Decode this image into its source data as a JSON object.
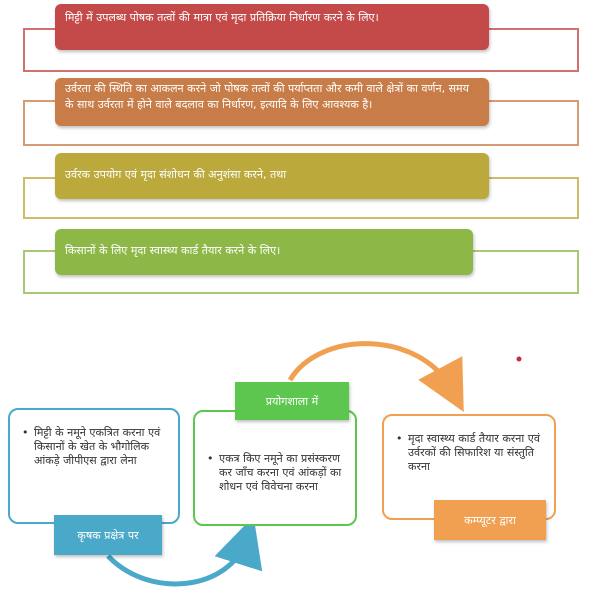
{
  "objectives": [
    {
      "text": "मिट्टी में उपलब्ध पोषक तत्वों की मात्रा एवं मृदा प्रतिक्रिया निर्धारण करने के लिए।",
      "color": "#c44a4a",
      "border": "#d27070"
    },
    {
      "text": "उर्वरता की स्थिति का आकलन करने जो पोषक तत्वों की पर्याप्तता और कमी वाले क्षेत्रों का वर्णन, समय के साथ उर्वरता में होने वाले बदलाव का निर्धारण, इत्यादि के लिए आवश्यक है।",
      "color": "#c87c47",
      "border": "#d79b73"
    },
    {
      "text": "उर्वरक उपयोग एवं मृदा संशोधन की अनुशंसा करने, तथा",
      "color": "#bba93c",
      "border": "#ccbd69"
    },
    {
      "text": "किसानों के लिए मृदा स्वास्थ्य कार्ड तैयार करने के लिए।",
      "color": "#8db848",
      "border": "#a8c878"
    }
  ],
  "process": [
    {
      "tag": "कृषक प्रक्षेत्र पर",
      "text": "मिट्टी के नमूने एकत्रित करना एवं किसानों के खेत के भौगोलिक आंकड़े जीपीएस द्वारा लेना",
      "color": "#4aa8c8"
    },
    {
      "tag": "प्रयोगशाला में",
      "text": "एकत्र किए नमूने का प्रसंस्करण कर जाँच करना एवं आंकड़ों का शोधन एवं विवेचना करना",
      "color": "#5cc64e"
    },
    {
      "tag": "कम्प्यूटर द्वारा",
      "text": "मृदा स्वास्थ्य कार्ड तैयार करना एवं उर्वरकों की सिफारिश या संस्तुति करना",
      "color": "#f0a050"
    }
  ],
  "bullet": "•",
  "arrow_colors": {
    "blue": "#4aa8c8",
    "orange": "#f0a050",
    "dot": "#c0303a"
  }
}
